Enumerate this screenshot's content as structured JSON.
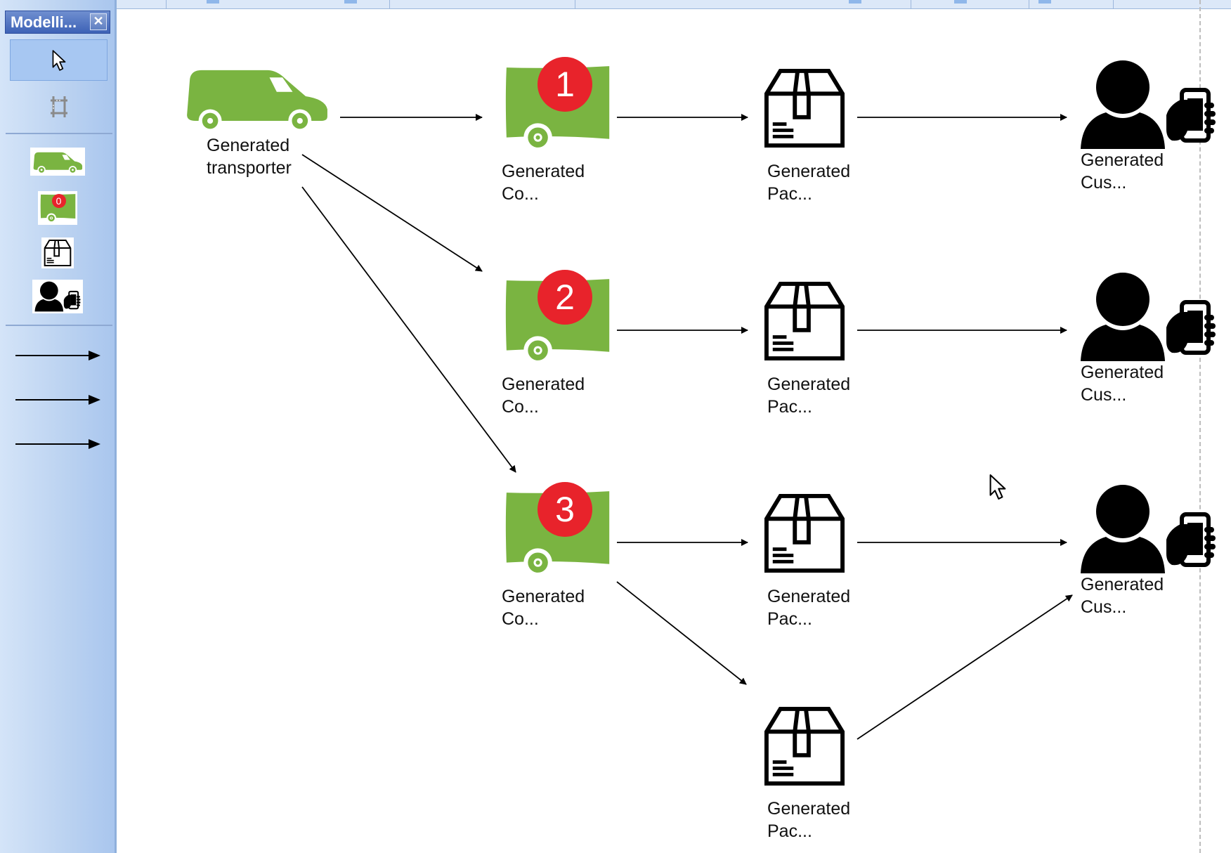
{
  "palette": {
    "title": "Modelli...",
    "close_glyph": "✕",
    "tools": [
      {
        "name": "pointer-icon"
      },
      {
        "name": "marquee-select-icon"
      }
    ],
    "shapes": [
      {
        "name": "transporter-icon"
      },
      {
        "name": "container-icon",
        "badge": "0"
      },
      {
        "name": "package-icon"
      },
      {
        "name": "customer-icon"
      }
    ],
    "connectors": 3
  },
  "diagram": {
    "nodes": [
      {
        "id": "transporter",
        "kind": "transporter",
        "label_line1": "Generated",
        "label_line2": "transporter"
      },
      {
        "id": "container1",
        "kind": "container",
        "badge": "1",
        "label_line1": "Generated",
        "label_line2": "Co..."
      },
      {
        "id": "container2",
        "kind": "container",
        "badge": "2",
        "label_line1": "Generated",
        "label_line2": "Co..."
      },
      {
        "id": "container3",
        "kind": "container",
        "badge": "3",
        "label_line1": "Generated",
        "label_line2": "Co..."
      },
      {
        "id": "package1",
        "kind": "package",
        "label_line1": "Generated",
        "label_line2": "Pac..."
      },
      {
        "id": "package2",
        "kind": "package",
        "label_line1": "Generated",
        "label_line2": "Pac..."
      },
      {
        "id": "package3",
        "kind": "package",
        "label_line1": "Generated",
        "label_line2": "Pac..."
      },
      {
        "id": "package4",
        "kind": "package",
        "label_line1": "Generated",
        "label_line2": "Pac..."
      },
      {
        "id": "customer1",
        "kind": "customer",
        "label_line1": "Generated",
        "label_line2": "Cus..."
      },
      {
        "id": "customer2",
        "kind": "customer",
        "label_line1": "Generated",
        "label_line2": "Cus..."
      },
      {
        "id": "customer3",
        "kind": "customer",
        "label_line1": "Generated",
        "label_line2": "Cus..."
      }
    ],
    "edges": [
      {
        "from": "transporter",
        "to": "container1"
      },
      {
        "from": "transporter",
        "to": "container2"
      },
      {
        "from": "transporter",
        "to": "container3"
      },
      {
        "from": "container1",
        "to": "package1"
      },
      {
        "from": "container2",
        "to": "package2"
      },
      {
        "from": "container3",
        "to": "package3"
      },
      {
        "from": "container3",
        "to": "package4"
      },
      {
        "from": "package1",
        "to": "customer1"
      },
      {
        "from": "package2",
        "to": "customer2"
      },
      {
        "from": "package3",
        "to": "customer3"
      },
      {
        "from": "package4",
        "to": "customer3"
      }
    ]
  },
  "colors": {
    "vehicle_green": "#7ab441",
    "badge_red": "#e8232b",
    "palette_blue": "#a9c6ee"
  }
}
